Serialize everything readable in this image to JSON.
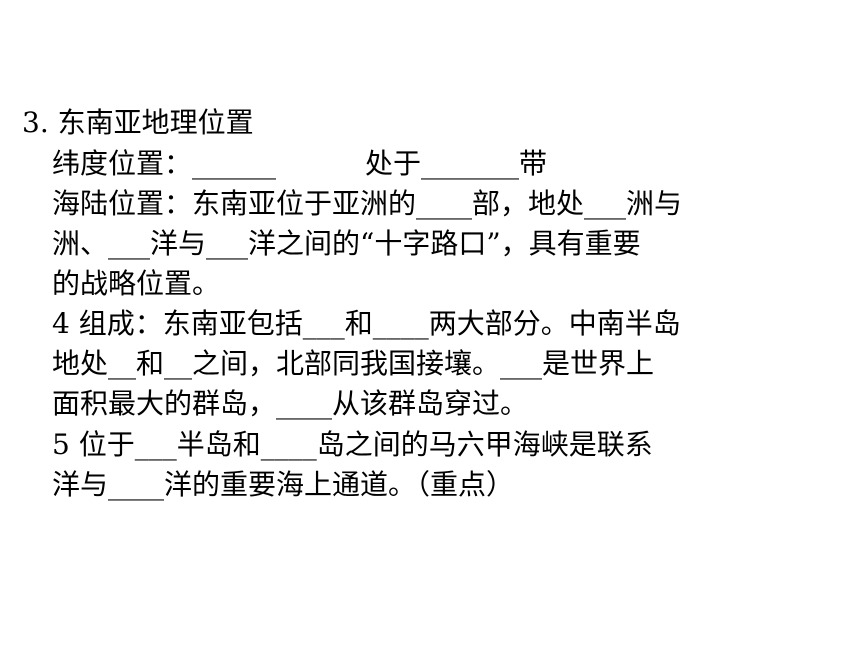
{
  "lines": [
    "3. 东南亚地理位置",
    "纬度位置：______          处于_______带",
    "海陆位置：东南亚位于亚洲的____部，地处___洲与",
    "洲、___洋与___洋之间的“十字路口”，具有重要",
    "的战略位置。",
    "4 组成：东南亚包括___和____两大部分。中南半岛",
    "地处__和__之间，北部同我国接壤。___是世界上",
    "面积最大的群岛，____从该群岛穿过。",
    "5 位于___半岛和____岛之间的马六甲海峡是联系",
    "洋与____洋的重要海上通道。（重点）"
  ]
}
